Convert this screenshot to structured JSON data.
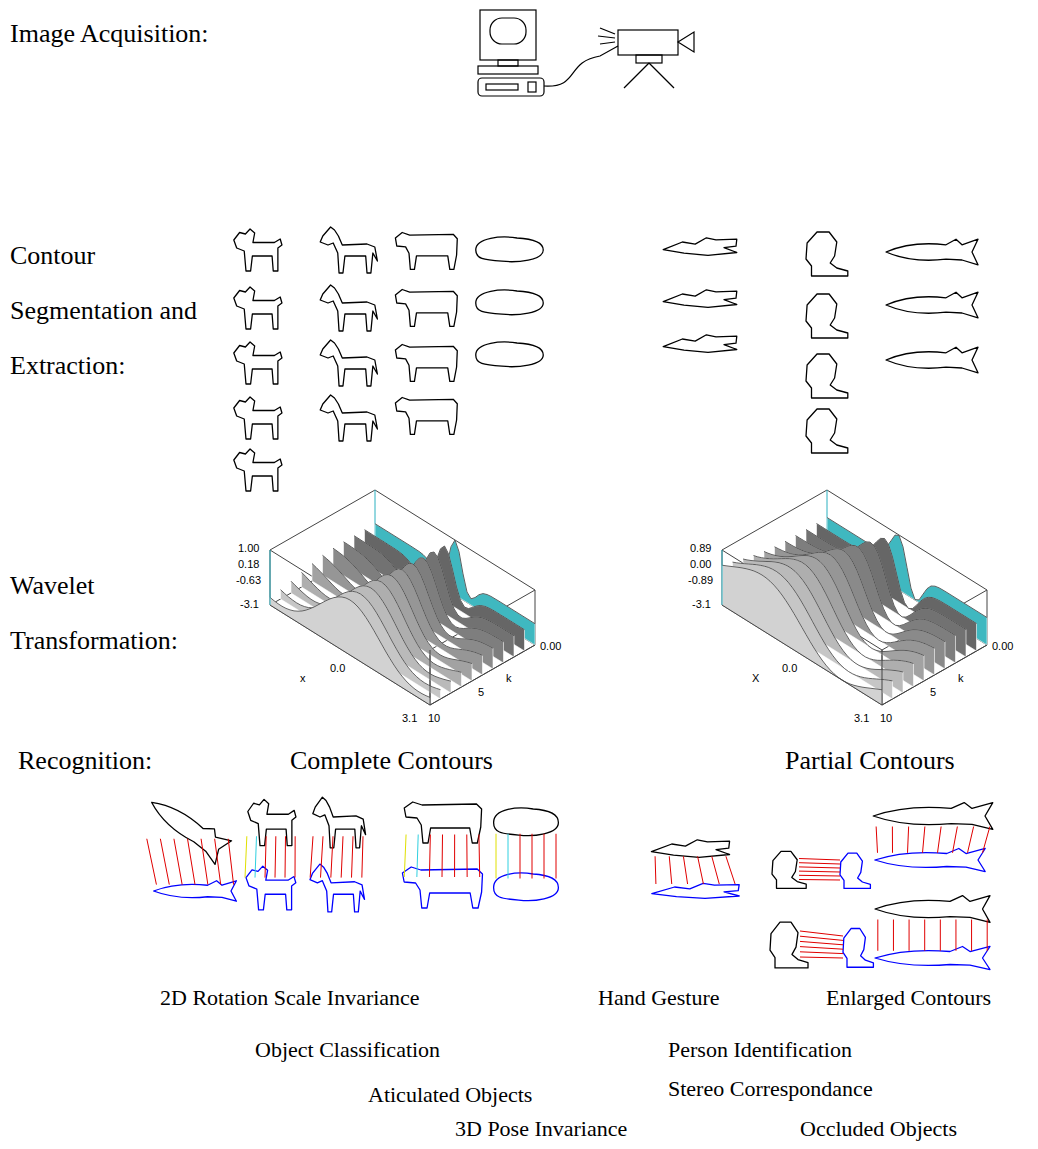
{
  "diagram": {
    "labels": [
      "Image Acquisition:",
      "Contour Segmentation and Extraction:",
      "Wavelet Transformation:",
      "Recognition:",
      "Complete Contours",
      "Partial Contours",
      "1.00",
      "0.18",
      "-0.63",
      "-3.1",
      "x",
      "0.0",
      "3.1",
      "10",
      "5",
      "k",
      "0.00",
      "0.89",
      "0.00",
      "-0.89",
      "-3.1",
      "X",
      "0.0",
      "3.1",
      "10",
      "5",
      "k",
      "0.00",
      "2D Rotation Scale Invariance",
      "Object Classification",
      "Aticulated Objects",
      "3D Pose Invariance",
      "Hand Gesture",
      "Enlarged Contours",
      "Person Identification",
      "Stereo Correspondance",
      "Occluded Objects"
    ]
  }
}
